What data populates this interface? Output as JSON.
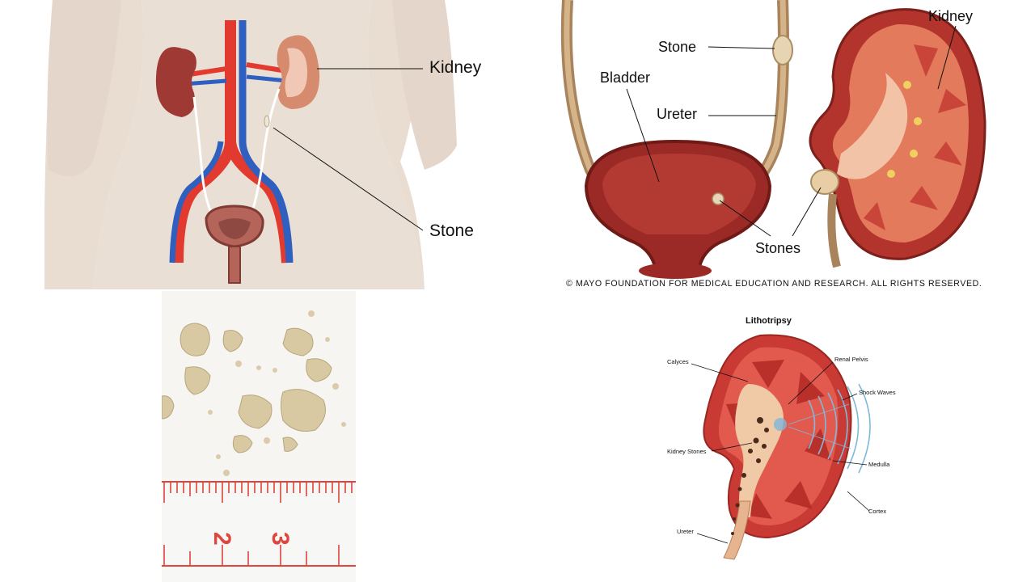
{
  "panels": {
    "anatomy": {
      "labels": {
        "kidney": "Kidney",
        "stone": "Stone"
      }
    },
    "mayo": {
      "labels": {
        "stone": "Stone",
        "kidney": "Kidney",
        "bladder": "Bladder",
        "ureter": "Ureter",
        "stones": "Stones"
      },
      "copyright": "© MAYO FOUNDATION FOR MEDICAL EDUCATION AND RESEARCH. ALL RIGHTS RESERVED."
    },
    "stones_photo": {
      "ruler_numbers": [
        "2",
        "3"
      ]
    },
    "lithotripsy": {
      "title": "Lithotripsy",
      "labels": {
        "calyces": "Calyces",
        "renal_pelvis": "Renal Pelvis",
        "shock_waves": "Shock Waves",
        "kidney_stones": "Kidney Stones",
        "medulla": "Medulla",
        "cortex": "Cortex",
        "ureter": "Ureter"
      }
    }
  },
  "colors": {
    "skin": "#e9dcd0",
    "artery": "#e23a2e",
    "vein": "#2f5fbf",
    "kidney_dark": "#9e3a33",
    "kidney_light": "#d86a52",
    "stone": "#d9c9a2",
    "ruler_red": "#e0453e"
  }
}
